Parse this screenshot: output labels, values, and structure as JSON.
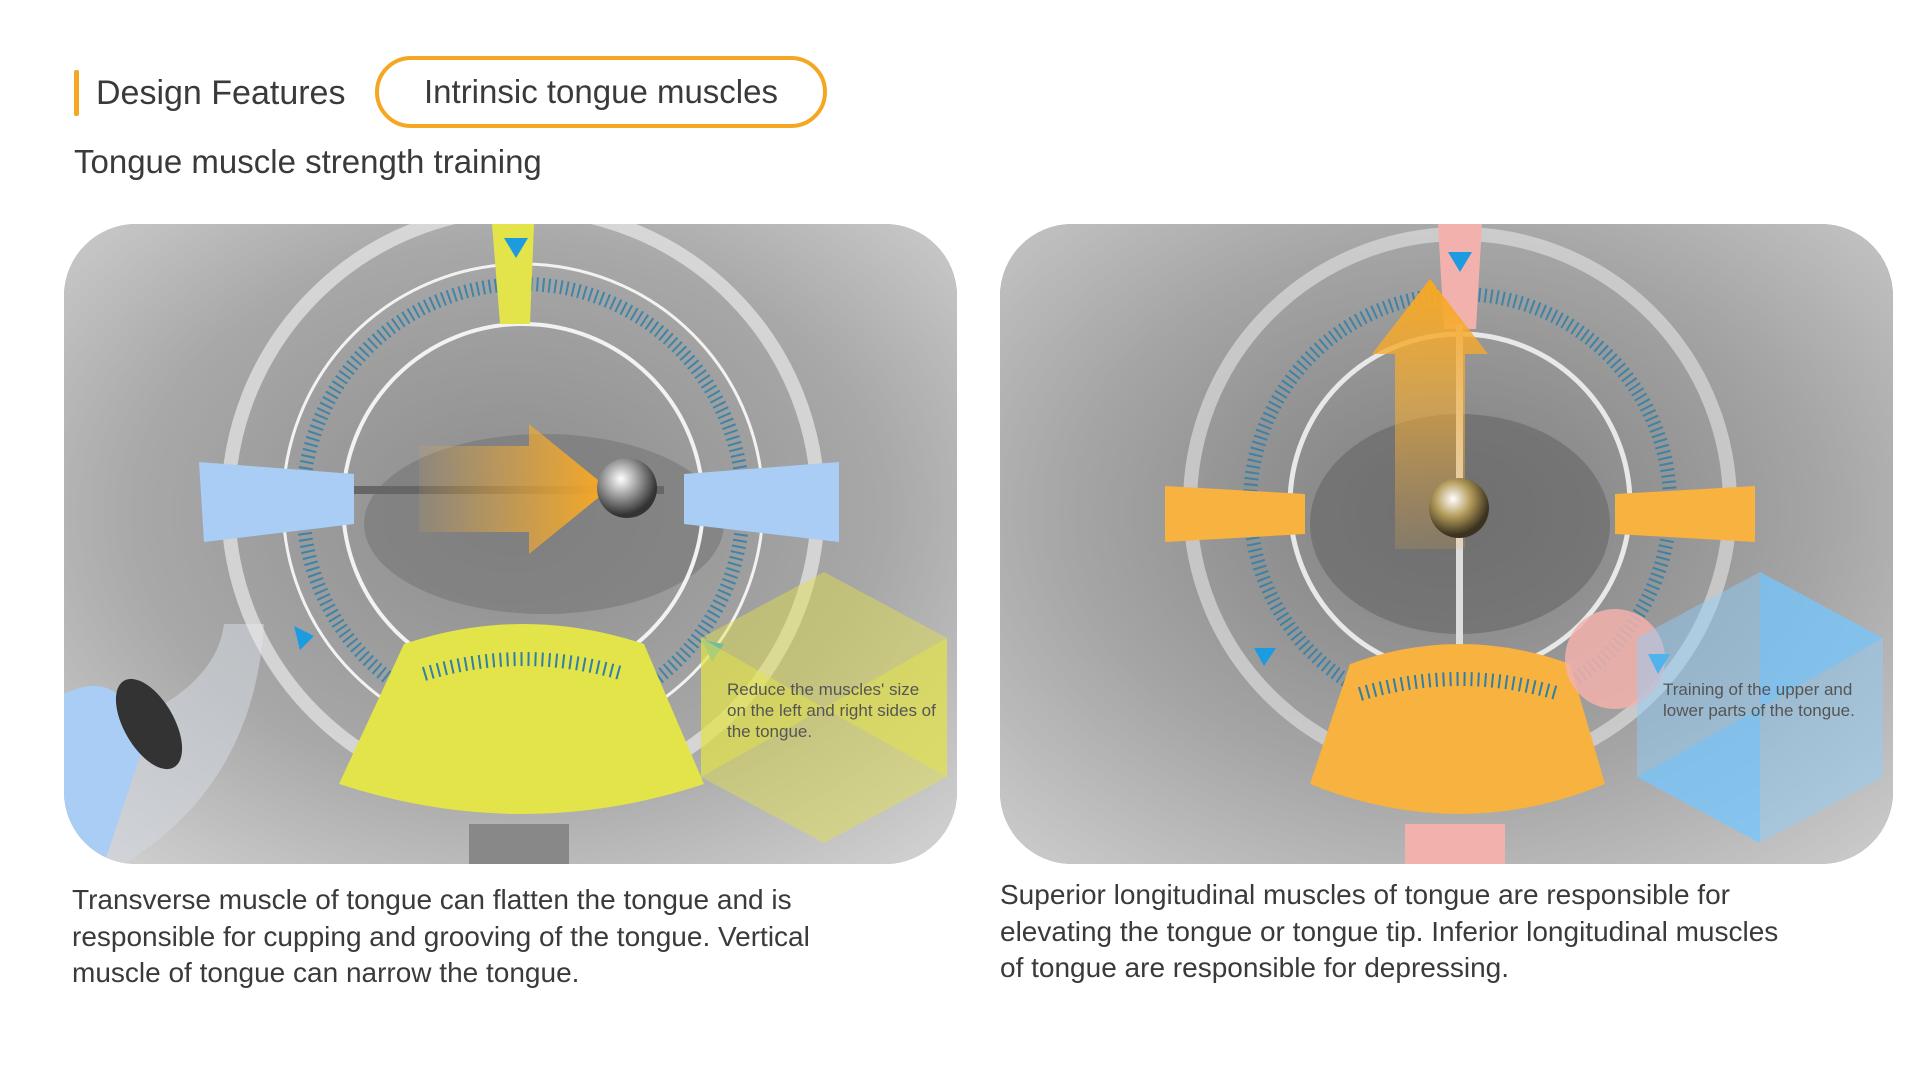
{
  "header": {
    "section_label": "Design Features",
    "topic_pill": "Intrinsic tongue muscles",
    "subtitle": "Tongue muscle strength training"
  },
  "colors": {
    "accent": "#f5a623",
    "yellow": "#e3e34a",
    "blue": "#a9cdf5",
    "pink": "#f2b1ac",
    "orange": "#f7b23f"
  },
  "panels": [
    {
      "name": "transverse-vertical",
      "note": "Reduce the muscles' size on the left and right sides of the tongue.",
      "caption_lines": [
        "Transverse muscle of tongue can flatten the tongue and is",
        "responsible for cupping and grooving of the tongue. Vertical",
        "muscle of tongue can narrow the tongue."
      ]
    },
    {
      "name": "longitudinal",
      "note": "Training of the upper and lower parts of the tongue.",
      "caption_lines": [
        "Superior longitudinal muscles of tongue are responsible for",
        "elevating the tongue or tongue tip. Inferior longitudinal muscles",
        "of tongue are responsible for depressing."
      ]
    }
  ]
}
